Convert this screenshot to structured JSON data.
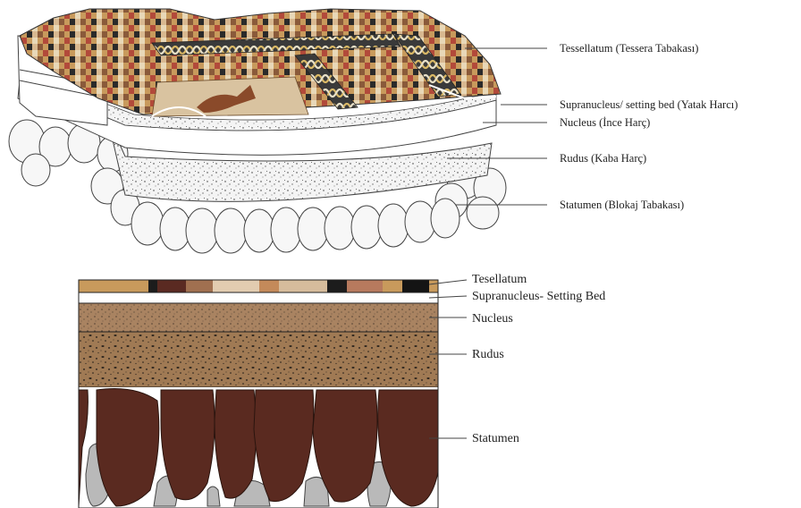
{
  "top_diagram": {
    "labels": [
      "Tessellatum (Tessera Tabakası)",
      "Supranucleus/ setting bed (Yatak Harcı)",
      "Nucleus (İnce Harç)",
      "Rudus (Kaba Harç)",
      "Statumen (Blokaj Tabakası)"
    ]
  },
  "bottom_diagram": {
    "labels": [
      "Tesellatum",
      "Supranucleus- Setting Bed",
      "Nucleus",
      "Rudus",
      "Statumen"
    ]
  },
  "colors": {
    "mortar_brown": "#a07a54",
    "stone_dark": "#5a2a20",
    "stone_grey": "#b8b8b8",
    "mosaic_red": "#b24a3a",
    "mosaic_ochre": "#c89a5c",
    "mosaic_dark": "#2a2a2a"
  }
}
